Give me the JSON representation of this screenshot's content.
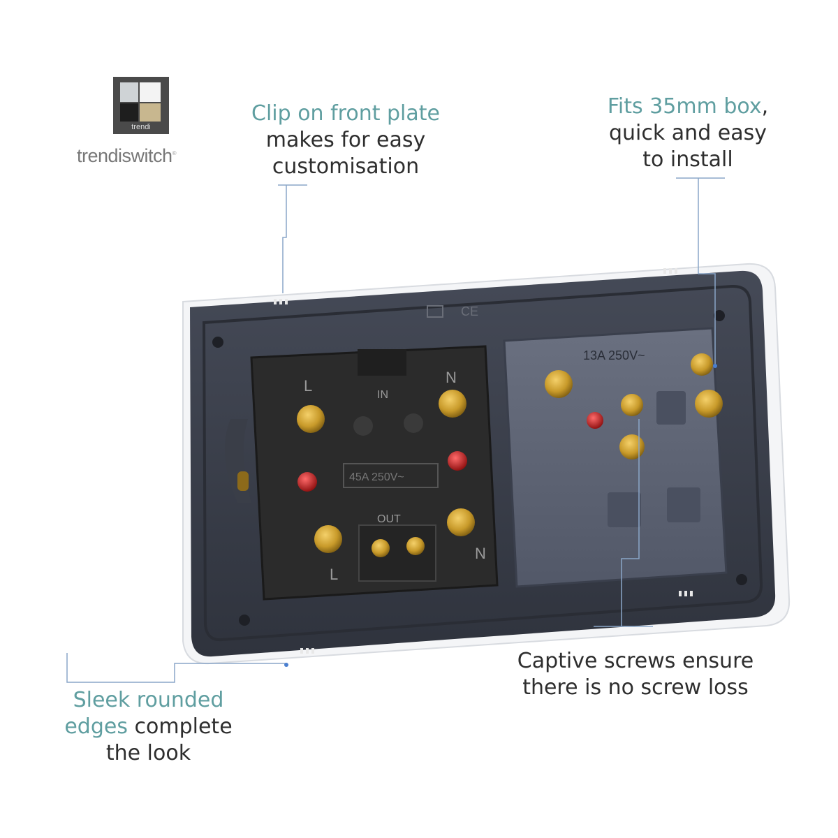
{
  "brand": {
    "badge_text": "trendi",
    "wordmark": "trendiswitch",
    "registered_mark": "®"
  },
  "callouts": {
    "clip": {
      "accent": "Clip on front plate",
      "line2": "makes for easy",
      "line3": "customisation"
    },
    "fits": {
      "accent": "Fits 35mm box",
      "punct": ",",
      "line2": "quick and easy",
      "line3": "to install"
    },
    "captive": {
      "line1": "Captive screws ensure",
      "line2": "there is no screw loss"
    },
    "sleek": {
      "accent1": "Sleek rounded",
      "accent2": "edges",
      "rest2": " complete",
      "line3": "the look"
    }
  },
  "product_markings": {
    "left_top": "IN",
    "left_bottom": "OUT",
    "live": "L",
    "neutral": "N",
    "left_rating": "45A 250V~",
    "right_rating": "13A 250V~",
    "ce_mark": "CE"
  },
  "colors": {
    "accent": "#5f9ea0",
    "text": "#2e2e2e",
    "frame": "#3b3f4a",
    "left_module": "#2b2b2b",
    "right_module": "#5a6070",
    "brass": "#c89a2a",
    "earth_red": "#b01818",
    "leader_line": "#8aa6c8"
  }
}
